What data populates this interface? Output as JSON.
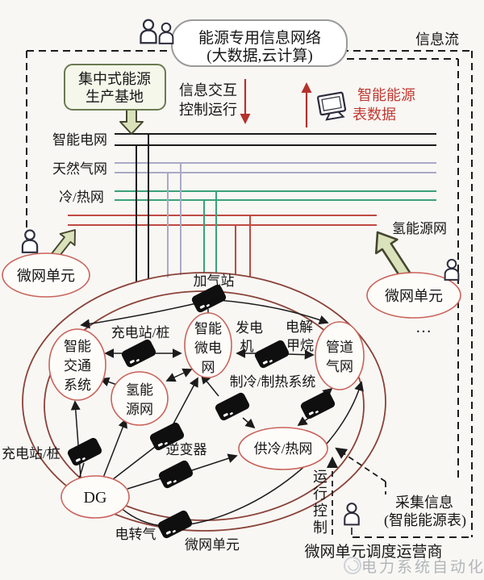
{
  "colors": {
    "bus_black": "#1b1b1b",
    "bus_gray": "#a9a9c6",
    "bus_green": "#3ba178",
    "bus_red": "#bf4a42",
    "node_stroke": "#c9635a",
    "ring_stroke": "#8a4238",
    "red_text": "#c13a32",
    "green_arrow_fill": "#d9e2ba"
  },
  "header": {
    "title_line1": "能源专用信息网络",
    "title_line2": "(大数据,云计算)",
    "info_flow": "信息流"
  },
  "base_box": {
    "line1": "集中式能源",
    "line2": "生产基地"
  },
  "interaction": {
    "line1": "信息交互",
    "line2": "控制运行"
  },
  "smart_meter_data": {
    "line1": "智能能源",
    "line2": "表数据"
  },
  "buses": [
    {
      "label": "智能电网"
    },
    {
      "label": "天然气网"
    },
    {
      "label": "冷/热网"
    },
    {
      "label": "氢能源网"
    }
  ],
  "microgrid_left": {
    "label": "微网单元"
  },
  "microgrid_right": {
    "label": "微网单元",
    "ellipsis": "…"
  },
  "nodes": {
    "traffic": {
      "l1": "智能",
      "l2": "交通",
      "l3": "系统"
    },
    "micro": {
      "l1": "智能",
      "l2": "微电",
      "l3": "网"
    },
    "hydrogen": {
      "l1": "氢能",
      "l2": "源网"
    },
    "pipeline": {
      "l1": "管道",
      "l2": "气网"
    },
    "cooling": {
      "label": "供冷/热网"
    },
    "dg": {
      "label": "DG"
    }
  },
  "labels": {
    "gas_station": "加气站",
    "charging_top": "充电站/桩",
    "generator_l1": "发电",
    "generator_l2": "机",
    "electrolysis_l1": "电解",
    "electrolysis_l2": "甲烷",
    "hvac": "制冷/制热系统",
    "inverter": "逆变器",
    "charging_left": "充电站/桩",
    "p2g": "电转气",
    "microgrid_bottom": "微网单元",
    "op_c1": "运",
    "op_c2": "行",
    "op_c3": "控",
    "op_c4": "制",
    "collect_l1": "采集信息",
    "collect_l2": "(智能能源表)",
    "operator": "微网单元调度运营商"
  },
  "watermark": "电力系统自动化"
}
